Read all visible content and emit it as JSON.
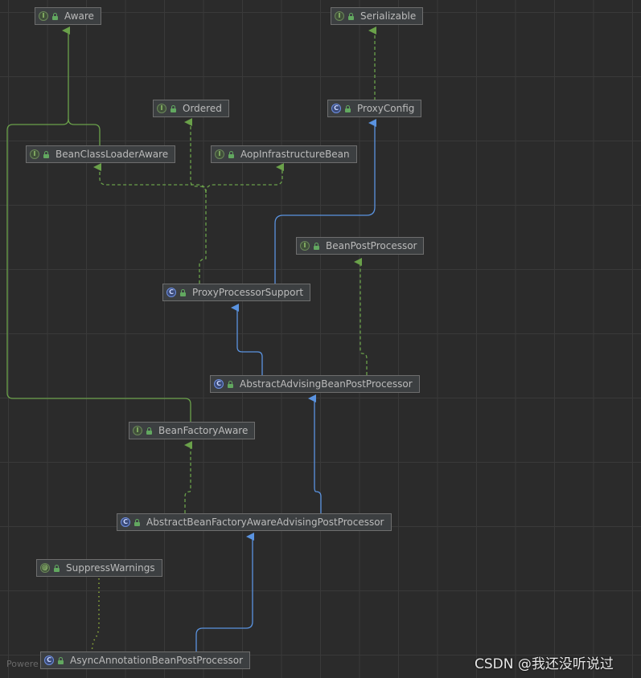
{
  "nodes": [
    {
      "id": "aware",
      "label": "Aware",
      "kind": "interface",
      "badge": "I"
    },
    {
      "id": "serializable",
      "label": "Serializable",
      "kind": "interface",
      "badge": "I"
    },
    {
      "id": "ordered",
      "label": "Ordered",
      "kind": "interface",
      "badge": "I"
    },
    {
      "id": "proxy_config",
      "label": "ProxyConfig",
      "kind": "class",
      "badge": "C"
    },
    {
      "id": "bean_class_loader_aware",
      "label": "BeanClassLoaderAware",
      "kind": "interface",
      "badge": "I"
    },
    {
      "id": "aop_infrastructure_bean",
      "label": "AopInfrastructureBean",
      "kind": "interface",
      "badge": "I"
    },
    {
      "id": "bean_post_processor",
      "label": "BeanPostProcessor",
      "kind": "interface",
      "badge": "I"
    },
    {
      "id": "proxy_processor_support",
      "label": "ProxyProcessorSupport",
      "kind": "class",
      "badge": "C"
    },
    {
      "id": "abstract_advising_bean_post_processor",
      "label": "AbstractAdvisingBeanPostProcessor",
      "kind": "class",
      "badge": "C"
    },
    {
      "id": "bean_factory_aware",
      "label": "BeanFactoryAware",
      "kind": "interface",
      "badge": "I"
    },
    {
      "id": "abstract_bean_factory_aware_advising_post_processor",
      "label": "AbstractBeanFactoryAwareAdvisingPostProcessor",
      "kind": "class",
      "badge": "C"
    },
    {
      "id": "suppress_warnings",
      "label": "SuppressWarnings",
      "kind": "annotation",
      "badge": "@"
    },
    {
      "id": "async_annotation_bean_post_processor",
      "label": "AsyncAnnotationBeanPostProcessor",
      "kind": "class",
      "badge": "C"
    }
  ],
  "edges": [
    {
      "from": "serializable",
      "to": "proxy_config",
      "type": "implements"
    },
    {
      "from": "proxy_config",
      "to": "proxy_processor_support",
      "type": "extends"
    },
    {
      "from": "ordered",
      "to": "proxy_processor_support",
      "type": "implements"
    },
    {
      "from": "bean_class_loader_aware",
      "to": "proxy_processor_support",
      "type": "implements"
    },
    {
      "from": "aop_infrastructure_bean",
      "to": "proxy_processor_support",
      "type": "implements"
    },
    {
      "from": "aware",
      "to": "bean_class_loader_aware",
      "type": "extends-interface"
    },
    {
      "from": "aware",
      "to": "bean_factory_aware",
      "type": "extends-interface"
    },
    {
      "from": "proxy_processor_support",
      "to": "abstract_advising_bean_post_processor",
      "type": "extends"
    },
    {
      "from": "bean_post_processor",
      "to": "abstract_advising_bean_post_processor",
      "type": "implements"
    },
    {
      "from": "abstract_advising_bean_post_processor",
      "to": "abstract_bean_factory_aware_advising_post_processor",
      "type": "extends"
    },
    {
      "from": "bean_factory_aware",
      "to": "abstract_bean_factory_aware_advising_post_processor",
      "type": "implements"
    },
    {
      "from": "abstract_bean_factory_aware_advising_post_processor",
      "to": "async_annotation_bean_post_processor",
      "type": "extends"
    },
    {
      "from": "suppress_warnings",
      "to": "async_annotation_bean_post_processor",
      "type": "annotates"
    }
  ],
  "colors": {
    "extends": "#5a93e0",
    "implements": "#6aa14a",
    "extends-interface": "#6aa14a",
    "annotates": "#8fae3c"
  },
  "watermark_left": "Powere",
  "watermark_right": "CSDN @我还没听说过"
}
